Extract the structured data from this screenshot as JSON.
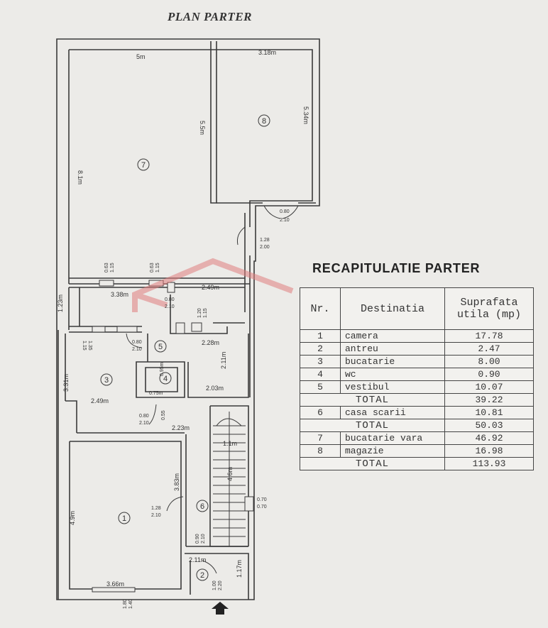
{
  "title": "PLAN PARTER",
  "recap": {
    "title": "RECAPITULATIE PARTER",
    "headers": {
      "nr": "Nr.",
      "destinatia": "Destinatia",
      "suprafata": "Suprafata utila (mp)"
    },
    "rows": [
      {
        "kind": "room",
        "nr": "1",
        "name": "camera",
        "area": "17.78"
      },
      {
        "kind": "room",
        "nr": "2",
        "name": "antreu",
        "area": "2.47"
      },
      {
        "kind": "room",
        "nr": "3",
        "name": "bucatarie",
        "area": "8.00"
      },
      {
        "kind": "room",
        "nr": "4",
        "name": "wc",
        "area": "0.90"
      },
      {
        "kind": "room",
        "nr": "5",
        "name": "vestibul",
        "area": "10.07"
      },
      {
        "kind": "total",
        "label": "TOTAL",
        "area": "39.22"
      },
      {
        "kind": "room",
        "nr": "6",
        "name": "casa scarii",
        "area": "10.81"
      },
      {
        "kind": "total",
        "label": "TOTAL",
        "area": "50.03"
      },
      {
        "kind": "room",
        "nr": "7",
        "name": "bucatarie vara",
        "area": "46.92"
      },
      {
        "kind": "room",
        "nr": "8",
        "name": "magazie",
        "area": "16.98"
      },
      {
        "kind": "total",
        "label": "TOTAL",
        "area": "113.93"
      }
    ]
  },
  "rooms": [
    {
      "nr": "7"
    },
    {
      "nr": "8"
    },
    {
      "nr": "5"
    },
    {
      "nr": "3"
    },
    {
      "nr": "4"
    },
    {
      "nr": "1"
    },
    {
      "nr": "6"
    },
    {
      "nr": "2"
    }
  ],
  "dimensions": {
    "r7_width": "5m",
    "r7_height_total": "8.1m",
    "r7_height": "5.5m",
    "r8_width": "3.18m",
    "r8_height": "5.34m",
    "door_r8_w": "0.80",
    "door_r8_h": "2.10",
    "door_corr_w": "1.28",
    "door_corr_h": "2.00",
    "win_a_w": "0.63",
    "win_a_h": "1.15",
    "win_b_w": "0.63",
    "win_b_h": "1.15",
    "d_338": "3.38m",
    "d_249a": "2.49m",
    "d_123": "1.23m",
    "door_c_w": "0.80",
    "door_c_h": "2.10",
    "win_c_w": "1.20",
    "win_c_h": "1.15",
    "d_228": "2.28m",
    "d_211a": "2.11m",
    "win_d_w": "1.15",
    "win_d_h": "1.35",
    "door_d_w": "0.80",
    "door_d_h": "2.10",
    "d_331": "3.31m",
    "d_249b": "2.49m",
    "d_095": "0.95m",
    "door_wc_w": "0.75m",
    "d_203": "2.03m",
    "door_e_w": "0.80",
    "door_e_h": "2.10",
    "win_e": "0.55",
    "d_223": "2.23m",
    "stair_w": "1.1m",
    "stair_len": "4.6m",
    "d_383": "3.83m",
    "d_49": "4.9m",
    "door_1_w": "1.28",
    "door_1_h": "2.10",
    "win_f_w": "0.70",
    "win_f_h": "0.70",
    "door_g_w": "0.90",
    "door_g_h": "2.10",
    "d_211b": "2.11m",
    "d_117": "1.17m",
    "d_366": "3.66m",
    "win_bot_w": "1.80",
    "win_bot_h": "1.40",
    "entry_w": "1.00",
    "entry_h": "2.20"
  },
  "colors": {
    "watermark": "#e07d7d",
    "wall": "#3a3a3a",
    "paper": "#ecebe8"
  }
}
